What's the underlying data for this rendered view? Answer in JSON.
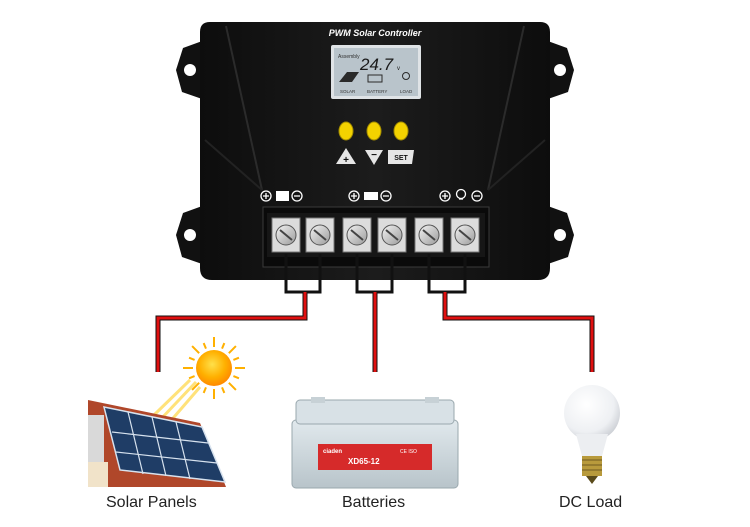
{
  "controller": {
    "brand_label": "PWM Solar Controller",
    "lcd": {
      "reading": "24.7",
      "unit": "v",
      "top_left_text": "Assembly",
      "bottom_labels": [
        "SOLAR",
        "BATTERY",
        "LOAD"
      ]
    },
    "buttons": [
      {
        "symbol": "+"
      },
      {
        "symbol": "−"
      },
      {
        "symbol": "SET"
      }
    ],
    "terminal_groups": [
      {
        "name": "solar",
        "icon": "solar-panel-icon"
      },
      {
        "name": "battery",
        "icon": "battery-icon"
      },
      {
        "name": "load",
        "icon": "bulb-icon"
      }
    ]
  },
  "battery_label": {
    "brand": "ciaden",
    "model": "XD65-12",
    "cert": "CE ISO"
  },
  "captions": {
    "solar": "Solar Panels",
    "battery": "Batteries",
    "load": "DC Load"
  },
  "colors": {
    "controller_body": "#141414",
    "lcd_background": "#b9c4cb",
    "button_yellow": "#f3d200",
    "wire_positive": "#e01010",
    "wire_negative": "#111111",
    "sun": "#ffb000",
    "battery_case": "#cfd9de"
  }
}
